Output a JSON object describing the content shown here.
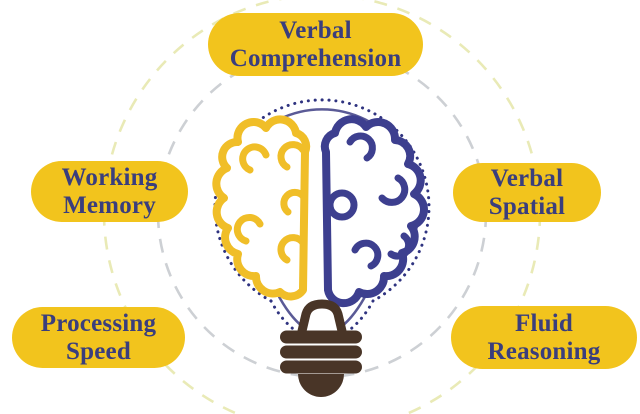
{
  "diagram": {
    "center_icon": "brain-lightbulb",
    "nodes": {
      "top": {
        "label": "Verbal\nComprehension"
      },
      "left": {
        "label": "Working\nMemory"
      },
      "right": {
        "label": "Verbal\nSpatial"
      },
      "bottom_left": {
        "label": "Processing\nSpeed"
      },
      "bottom_right": {
        "label": "Fluid\nReasoning"
      }
    }
  },
  "colors": {
    "background": "#ffffff",
    "pill_fill": "#F2C41D",
    "pill_text": "#3A3E7D",
    "brain_left": "#F0BE28",
    "brain_right": "#3D3F8F",
    "bulb_ring_solid": "#5A5A96",
    "bulb_ring_dots": "#2F3380",
    "bulb_base": "#493527",
    "dash_ring_inner": "#CDD0D4",
    "dash_ring_outer": "#E9EAB6",
    "bulb_glass": "#ffffff"
  }
}
